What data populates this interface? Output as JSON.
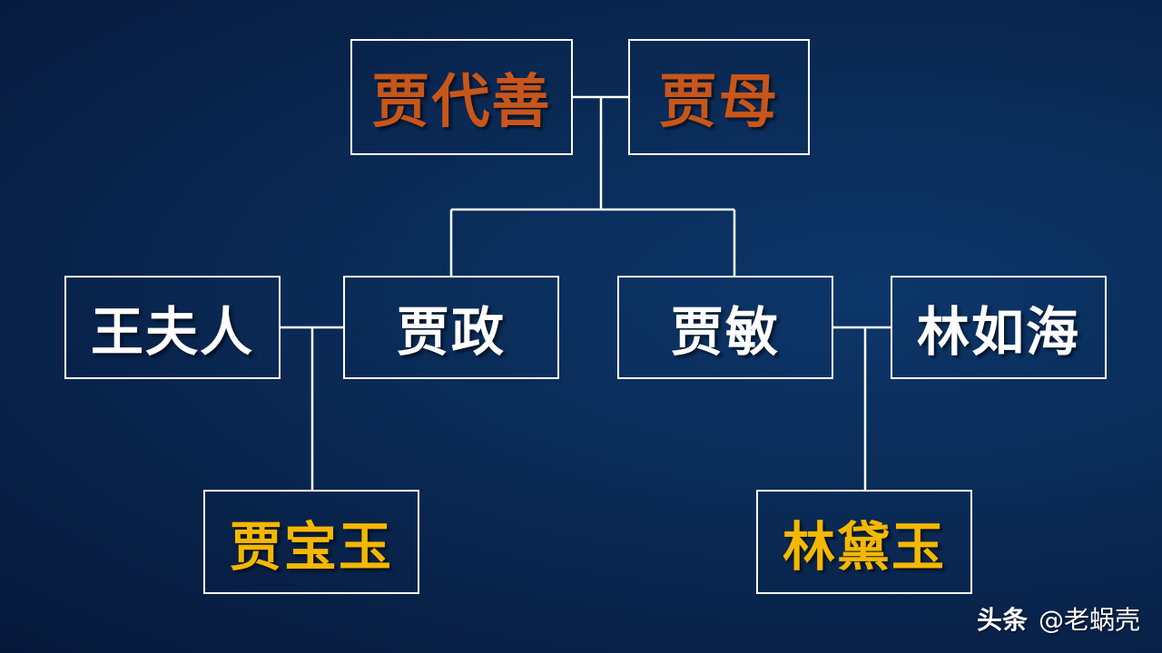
{
  "members": {
    "jia_daishan": "贾代善",
    "jia_mu": "贾母",
    "wang_furen": "王夫人",
    "jia_zheng": "贾政",
    "jia_min": "贾敏",
    "lin_ruhai": "林如海",
    "jia_baoyu": "贾宝玉",
    "lin_daiyu": "林黛玉"
  },
  "colors": {
    "generation_1": "#c8561a",
    "generation_2": "#ffffff",
    "generation_3": "#f5b800",
    "line": "#ffffff"
  },
  "watermark": {
    "brand": "头条",
    "handle": "@老蜗壳"
  }
}
